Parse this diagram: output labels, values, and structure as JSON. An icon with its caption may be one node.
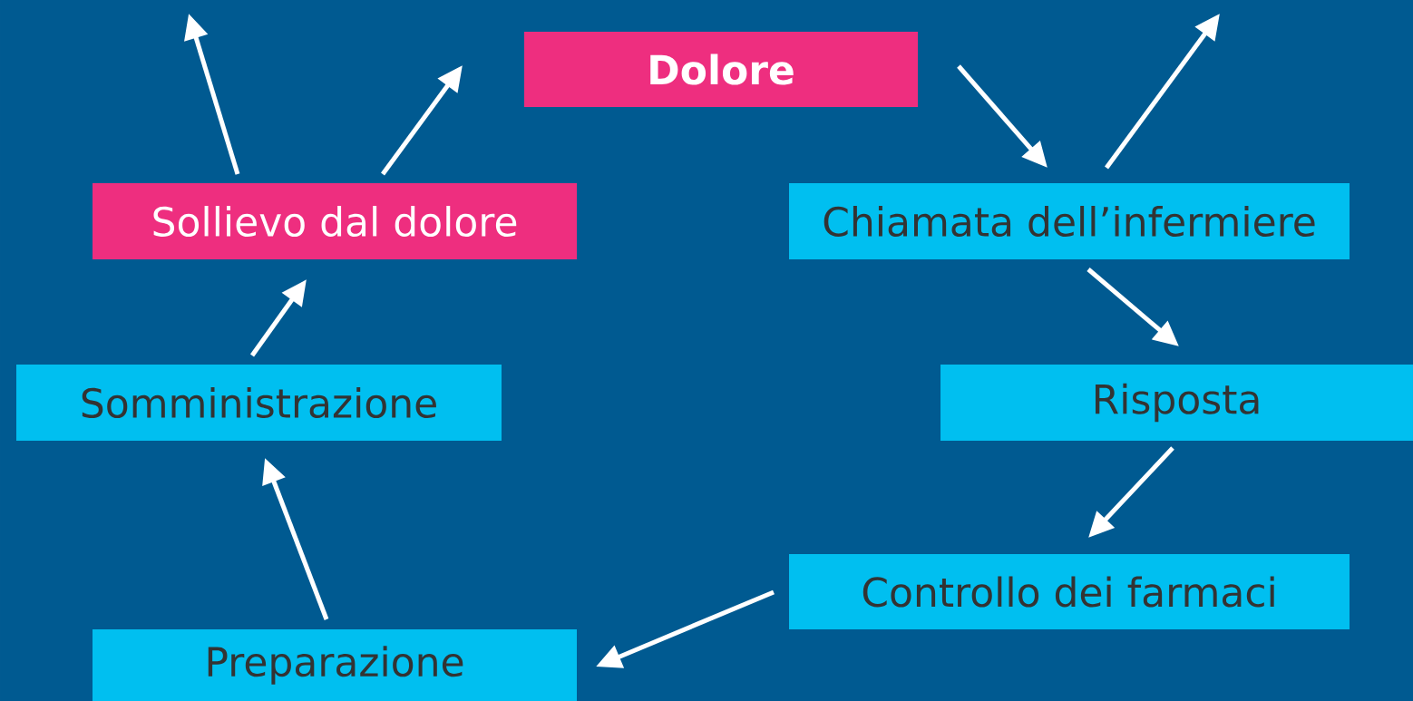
{
  "diagram": {
    "nodes": [
      {
        "text": [
          "Dolore"
        ]
      },
      {
        "text": [
          "Sollievo dal dolore"
        ]
      },
      {
        "text": [
          "Chiamata dell’infermiere"
        ]
      },
      {
        "text": [
          "Somministrazione"
        ]
      },
      {
        "text": [
          "Risposta"
        ]
      },
      {
        "text": [
          "Preparazione"
        ]
      },
      {
        "text": [
          "Controllo dei farmaci"
        ]
      }
    ],
    "edges": [
      {
        "from": 0,
        "to": 2,
        "arrow": "to"
      },
      {
        "from": 2,
        "to": null,
        "arrow": "to"
      },
      {
        "from": 2,
        "to": 4,
        "arrow": "to"
      },
      {
        "from": 4,
        "to": 6,
        "arrow": "to"
      },
      {
        "from": 6,
        "to": 5,
        "arrow": "to"
      },
      {
        "from": 5,
        "to": 3,
        "arrow": "to"
      },
      {
        "from": 3,
        "to": 1,
        "arrow": "to"
      },
      {
        "from": 1,
        "to": null,
        "arrow": "to"
      },
      {
        "from": 1,
        "to": null,
        "arrow": "to"
      }
    ]
  }
}
